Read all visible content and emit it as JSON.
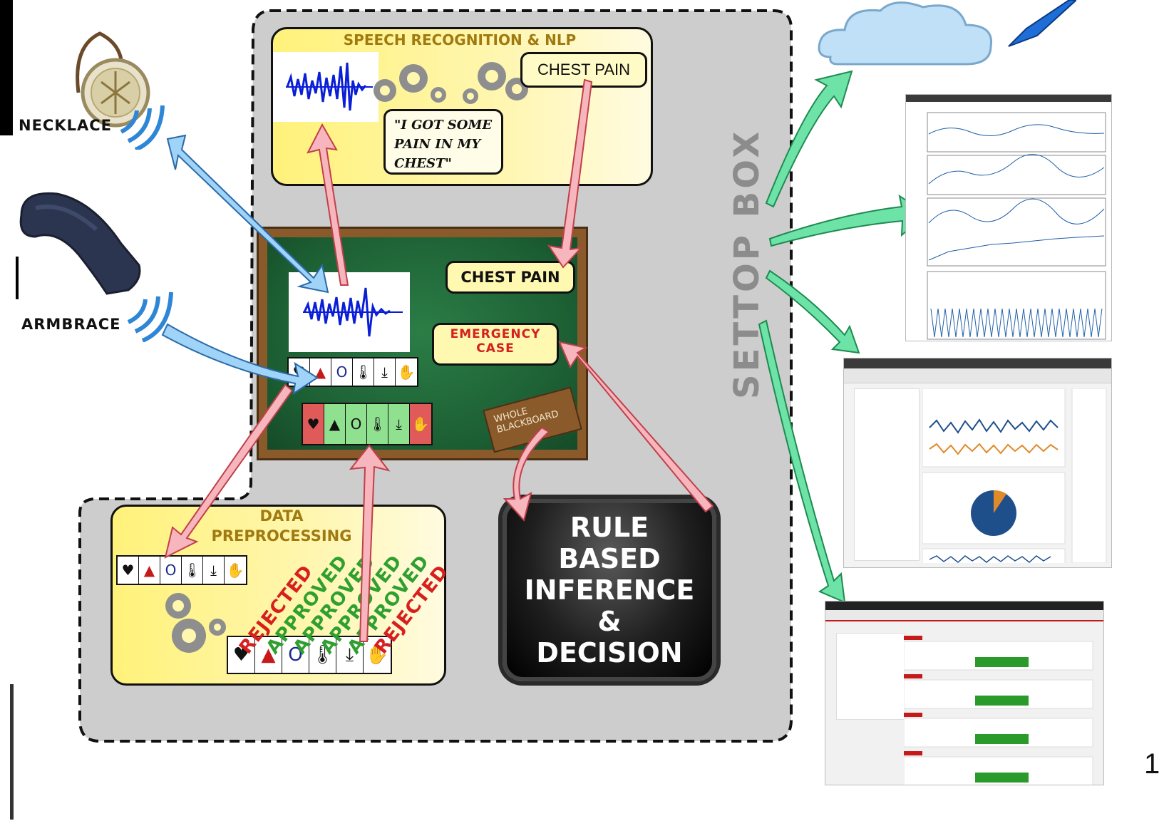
{
  "devices": {
    "necklace_label": "NECKLACE",
    "armbrace_label": "ARMBRACE"
  },
  "settop": {
    "label": "SETTOP BOX"
  },
  "speech": {
    "title": "SPEECH RECOGNITION & NLP",
    "keyword": "CHEST PAIN",
    "quote_line1": "\"I GOT SOME",
    "quote_line2": "PAIN IN MY",
    "quote_line3": "CHEST\""
  },
  "blackboard": {
    "chest_pain": "CHEST PAIN",
    "emergency_line1": "EMERGENCY",
    "emergency_line2": "CASE",
    "sign_line1": "WHOLE",
    "sign_line2": "BLACKBOARD"
  },
  "preprocessing": {
    "title_line1": "DATA",
    "title_line2": "PREPROCESSING",
    "stamps": [
      "REJECTED",
      "APPROVED",
      "APPROVED",
      "APPROVED",
      "APPROVED",
      "REJECTED"
    ]
  },
  "rule": {
    "line1": "RULE",
    "line2": "BASED",
    "line3": "INFERENCE",
    "line4": "&",
    "line5": "DECISION"
  },
  "slide_number": "1",
  "icons": [
    "heart-rate-icon",
    "blood-pressure-icon",
    "blood-oxygen-icon",
    "thermometer-icon",
    "fall-posture-icon",
    "alarm-hand-icon"
  ],
  "colors": {
    "settop_gray": "#cfcfcf",
    "blackboard_green": "#1f6b3a",
    "arrow_pink": "#f7b6bd",
    "arrow_blue": "#9fd3f7",
    "arrow_green": "#6ee3a8",
    "rejected_red": "#d81f1f",
    "approved_green": "#2fa02f",
    "label_red": "#d42020"
  }
}
